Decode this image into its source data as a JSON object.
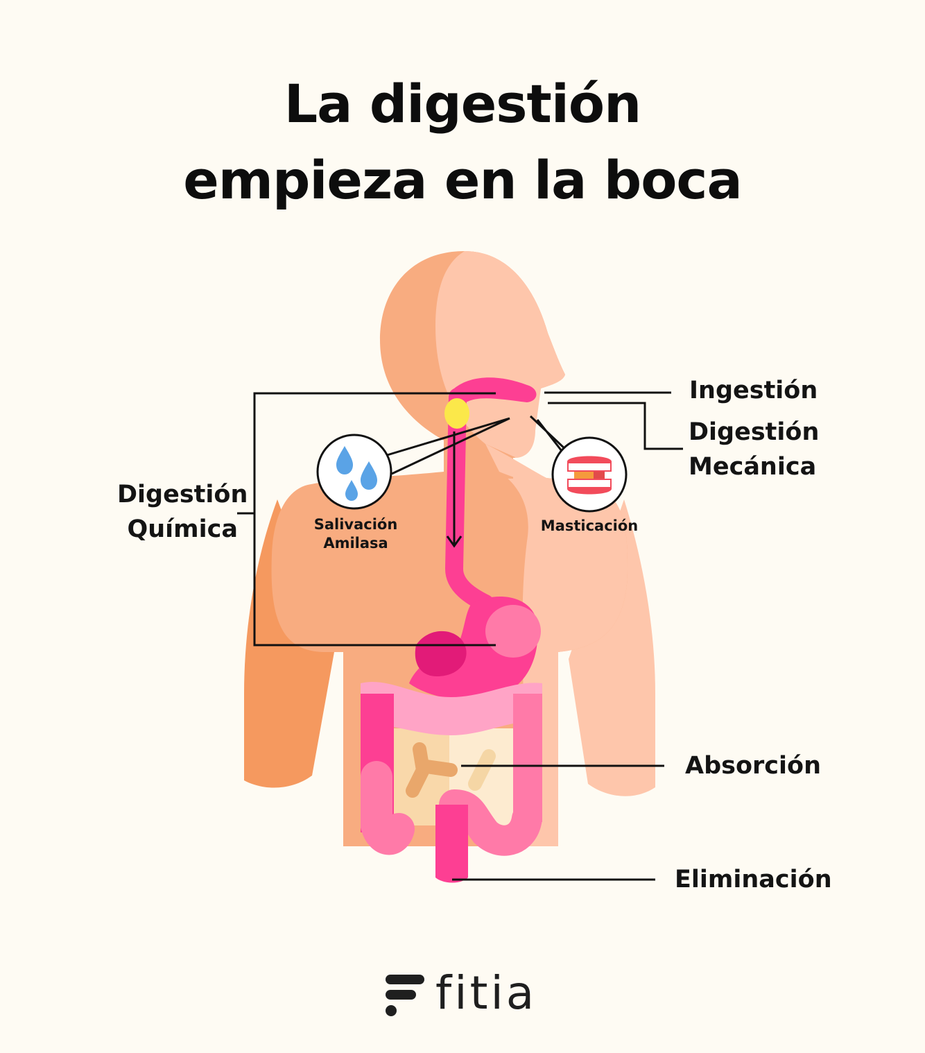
{
  "title": {
    "line1": "La digestión",
    "line2": "empieza en la boca"
  },
  "labels": {
    "ingestion": "Ingestión",
    "mechanical": {
      "line1": "Digestión",
      "line2": "Mecánica"
    },
    "chemical": {
      "line1": "Digestión",
      "line2": "Química"
    },
    "absorption": "Absorción",
    "elimination": "Eliminación",
    "salivation": {
      "line1": "Salivación",
      "line2": "Amilasa"
    },
    "chewing": "Masticación"
  },
  "logo": {
    "text": "fitia"
  },
  "colors": {
    "background": "#fefbf3",
    "skin_dark": "#f8ac80",
    "skin_light": "#fec6ab",
    "skin_shadow": "#f5995f",
    "tract_pink": "#fd3f93",
    "tract_light": "#ff7aa8",
    "tract_pale": "#ffa4c6",
    "saliva_gland": "#fbe84a",
    "line": "#111111"
  }
}
